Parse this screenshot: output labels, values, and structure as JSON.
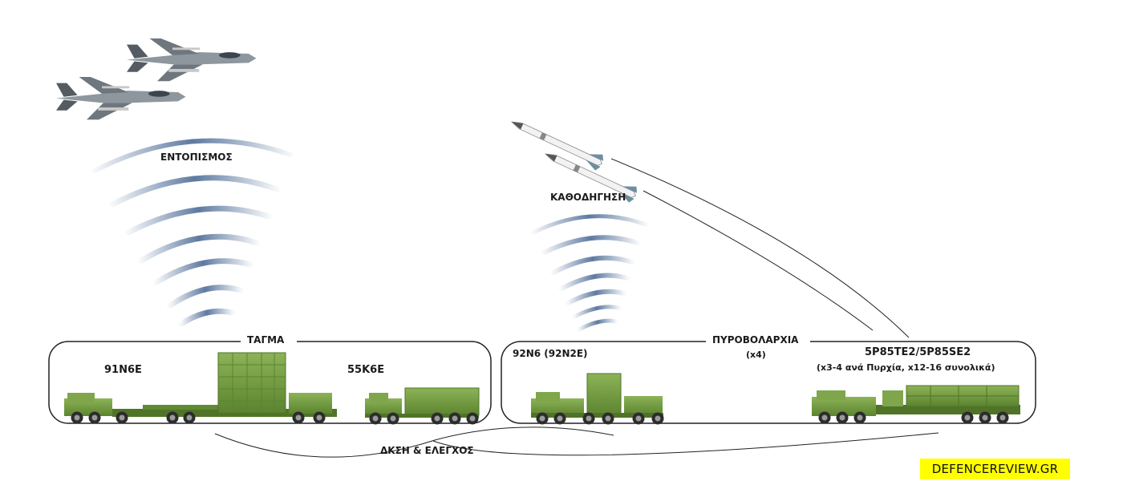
{
  "labels": {
    "detection": "ΕΝΤΟΠΙΣΜΟΣ",
    "guidance": "ΚΑΘΟΔΗΓΗΣΗ",
    "battalion": "ΤΑΓΜΑ",
    "battery": "ΠΥΡΟΒΟΛΑΡΧΙΑ",
    "battery_count": "(x4)",
    "radar_91n6e": "91N6E",
    "cp_55k6e": "55K6E",
    "radar_92n6": "92N6 (92N2E)",
    "launcher": "5P85TE2/5P85SE2",
    "launcher_note": "(x3-4 ανά Πυρχία, x12-16 συνολικά)",
    "command_control": "ΔΚΣΗ & ΕΛΕΓΧΟΣ"
  },
  "brand": "DEFENCEREVIEW.GR",
  "colors": {
    "vehicle_green": "#6f9a3c",
    "vehicle_dark": "#3f5e22",
    "wave_blue": "#4c6b96",
    "brand_bg": "#ffff00"
  },
  "icons": [
    "fighter-jet-icon",
    "missile-icon",
    "radar-truck-icon",
    "command-post-truck-icon",
    "launcher-truck-icon"
  ]
}
